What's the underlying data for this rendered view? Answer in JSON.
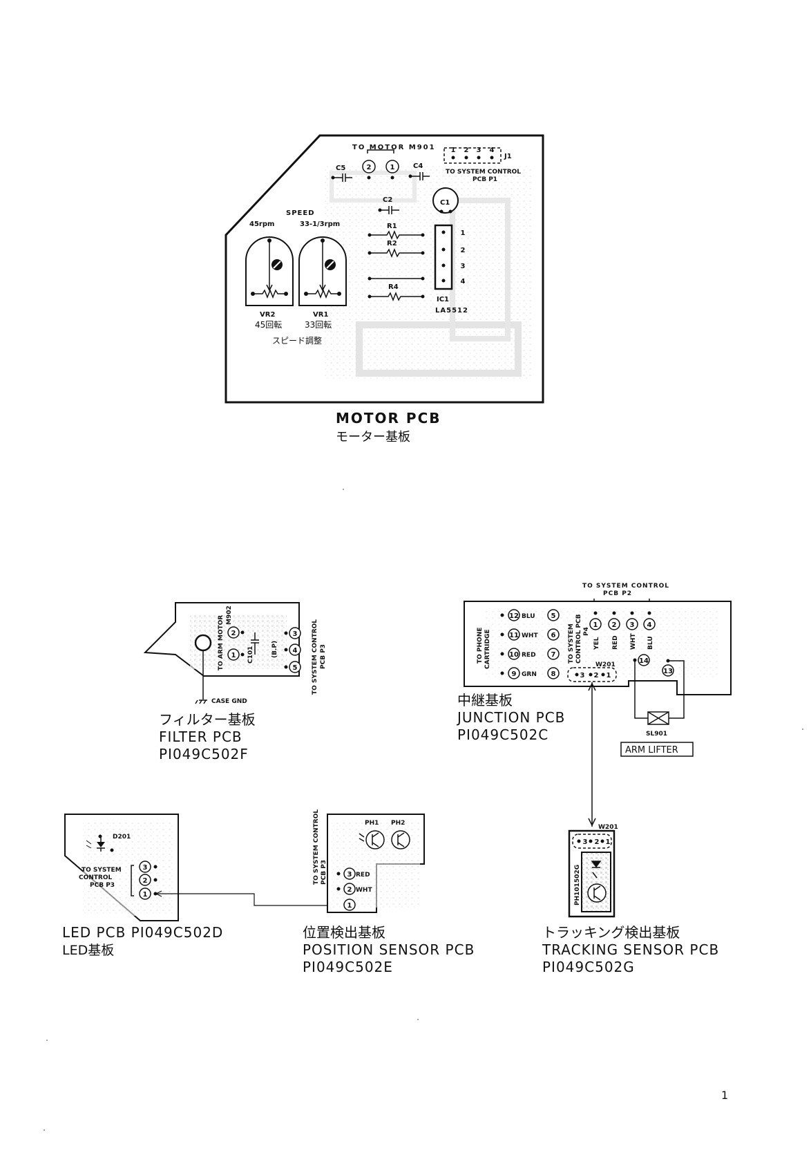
{
  "motor_pcb": {
    "title": "MOTOR PCB",
    "title_jp": "モーター基板",
    "to_motor": "TO MOTOR M901",
    "to_system": "TO SYSTEM CONTROL",
    "to_system_2": "PCB P1",
    "j1": "J1",
    "j1_pins": [
      "1",
      "2",
      "3",
      "4"
    ],
    "motor_pins": [
      "2",
      "1"
    ],
    "c5": "C5",
    "c4": "C4",
    "c2": "C2",
    "c1": "C1",
    "r1": "R1",
    "r2": "R2",
    "r4": "R4",
    "speed": "SPEED",
    "speed_45": "45rpm",
    "speed_33": "33-1/3rpm",
    "vr2": "VR2",
    "vr1": "VR1",
    "vr2_jp": "45回転",
    "vr1_jp": "33回転",
    "speed_adjust_jp": "スピード調整",
    "ic1": "IC1",
    "ic1_part": "LA5512",
    "ic_pins": [
      "1",
      "2",
      "3",
      "4"
    ]
  },
  "filter_pcb": {
    "title_jp": "フィルター基板",
    "title": "FILTER PCB",
    "part": "PI049C502F",
    "to_arm_motor": "TO ARM MOTOR",
    "m902": "M902",
    "c101": "C101",
    "bp": "(B.P)",
    "to_system": "TO SYSTEM CONTROL",
    "to_system_2": "PCB P3",
    "case_gnd": "CASE GND",
    "left_pins": [
      "2",
      "1"
    ],
    "right_pins": [
      "3",
      "4",
      "5"
    ]
  },
  "junction_pcb": {
    "title_jp": "中継基板",
    "title": "JUNCTION PCB",
    "part": "PI049C502C",
    "to_system": "TO SYSTEM CONTROL",
    "to_system_2": "PCB P2",
    "to_phone": "TO PHONE",
    "cartridge": "CARTRIDGE",
    "to_system_p4": "TO SYSTEM",
    "to_system_p4_2": "CONTROL PCB",
    "p4": "P4",
    "rows": [
      {
        "left": "12",
        "color": "BLU",
        "right": "5"
      },
      {
        "left": "11",
        "color": "WHT",
        "right": "6"
      },
      {
        "left": "10",
        "color": "RED",
        "right": "7"
      },
      {
        "left": "9",
        "color": "GRN",
        "right": "8"
      }
    ],
    "top_pins": [
      {
        "num": "1",
        "color": "YEL"
      },
      {
        "num": "2",
        "color": "RED"
      },
      {
        "num": "3",
        "color": "WHT"
      },
      {
        "num": "4",
        "color": "BLU"
      }
    ],
    "w201": "W201",
    "w_pins": [
      "3",
      "2",
      "1"
    ],
    "pin14": "14",
    "pin13": "13",
    "sl901": "SL901",
    "arm_lifter": "ARM  LIFTER"
  },
  "led_pcb": {
    "title": "LED  PCB  PI049C502D",
    "title_jp": "LED基板",
    "d201": "D201",
    "to_system": "TO SYSTEM",
    "control": "CONTROL",
    "pcb_p3": "PCB P3",
    "pins": [
      "3",
      "2",
      "1"
    ]
  },
  "position_pcb": {
    "title_jp": "位置検出基板",
    "title": "POSITION  SENSOR  PCB",
    "part": "PI049C502E",
    "to_system": "TO SYSTEM CONTROL",
    "pcb_p3": "PCB P3",
    "ph1": "PH1",
    "ph2": "PH2",
    "pins": [
      {
        "num": "3",
        "color": "RED"
      },
      {
        "num": "2",
        "color": "WHT"
      },
      {
        "num": "1",
        "color": ""
      }
    ]
  },
  "tracking_pcb": {
    "title_jp": "トラッキング検出基板",
    "title": "TRACKING  SENSOR  PCB",
    "part": "PI049C502G",
    "w201": "W201",
    "w_pins": [
      "3",
      "2",
      "1"
    ],
    "side_label": "PH101502G"
  },
  "page_number": "1"
}
